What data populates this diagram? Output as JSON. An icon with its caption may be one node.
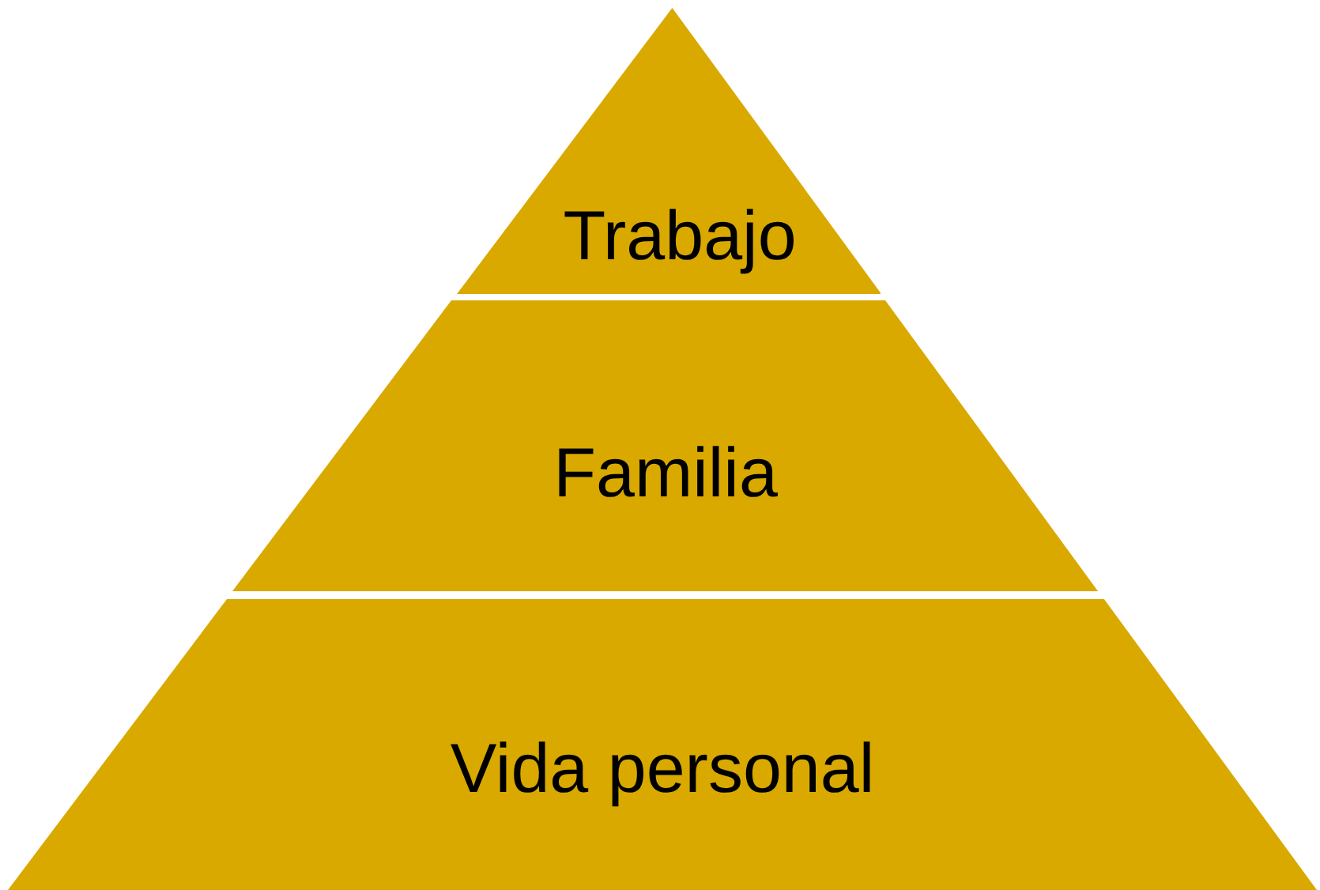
{
  "diagram": {
    "nodes": [
      {
        "text": [
          "Trabajo"
        ]
      },
      {
        "text": [
          "Familia"
        ]
      },
      {
        "text": [
          "Vida personal"
        ]
      }
    ]
  }
}
